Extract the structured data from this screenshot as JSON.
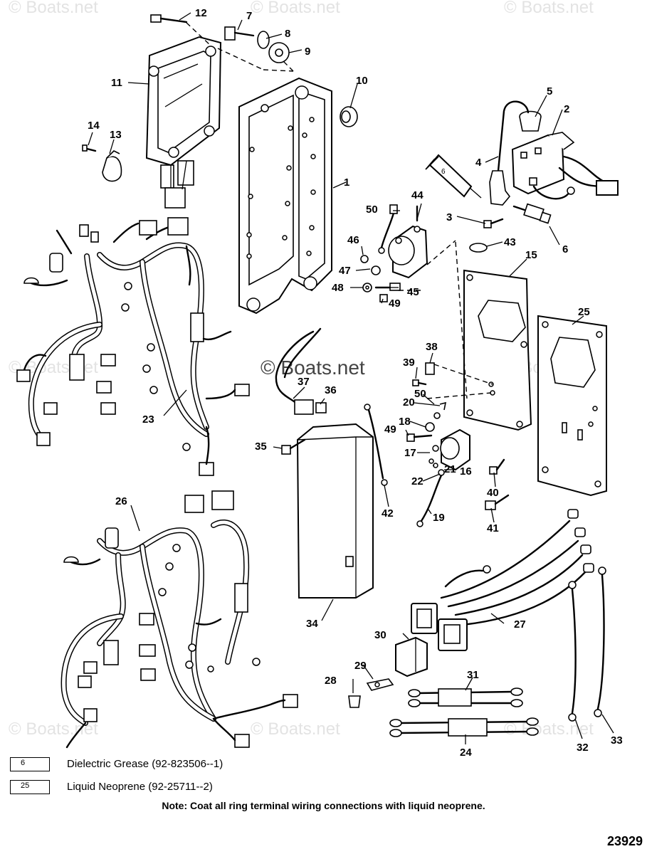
{
  "watermark": "© Boats.net",
  "part_numbers": [
    "1",
    "2",
    "3",
    "4",
    "5",
    "6",
    "7",
    "8",
    "9",
    "10",
    "11",
    "12",
    "13",
    "14",
    "15",
    "16",
    "17",
    "18",
    "19",
    "20",
    "21",
    "22",
    "23",
    "24",
    "25",
    "26",
    "27",
    "28",
    "29",
    "30",
    "31",
    "32",
    "33",
    "34",
    "35",
    "36",
    "37",
    "38",
    "39",
    "40",
    "41",
    "42",
    "43",
    "44",
    "45",
    "46",
    "47",
    "48",
    "49",
    "50"
  ],
  "legend": [
    {
      "tube": "6",
      "text": "Dielectric Grease (92-823506--1)"
    },
    {
      "tube": "25",
      "text": "Liquid Neoprene (92-25711--2)"
    }
  ],
  "tube_label_6": "6",
  "note": "Note: Coat all ring terminal wiring connections with liquid neoprene.",
  "figure_number": "23929"
}
